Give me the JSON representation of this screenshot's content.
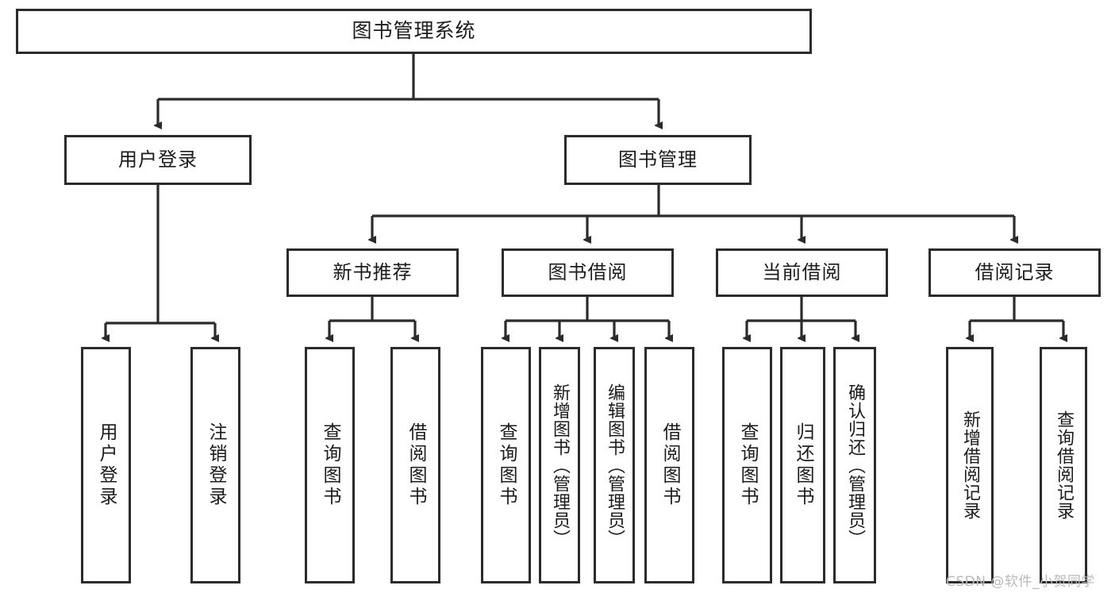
{
  "diagram": {
    "type": "tree-hierarchy",
    "title": "图书管理系统",
    "watermark": "CSDN @软件_小贺同学",
    "colors": {
      "box_border": "#2b2b2b",
      "box_fill": "#ffffff",
      "connector": "#2b2b2b",
      "page_background": "#ffffff",
      "watermark_text": "#b9b9b9"
    },
    "root": {
      "label": "图书管理系统"
    },
    "level2": [
      {
        "label": "用户登录"
      },
      {
        "label": "图书管理"
      }
    ],
    "level3": [
      {
        "label": "新书推荐"
      },
      {
        "label": "图书借阅"
      },
      {
        "label": "当前借阅"
      },
      {
        "label": "借阅记录"
      }
    ],
    "leaves": {
      "user_login": [
        {
          "label": "用户登录"
        },
        {
          "label": "注销登录"
        }
      ],
      "new_book_recommend": [
        {
          "label": "查询图书"
        },
        {
          "label": "借阅图书"
        }
      ],
      "book_borrow": [
        {
          "label": "查询图书"
        },
        {
          "label": "新增图书（管理员）"
        },
        {
          "label": "编辑图书（管理员）"
        },
        {
          "label": "借阅图书"
        }
      ],
      "current_borrow": [
        {
          "label": "查询图书"
        },
        {
          "label": "归还图书"
        },
        {
          "label": "确认归还（管理员）"
        }
      ],
      "borrow_record": [
        {
          "label": "新增借阅记录"
        },
        {
          "label": "查询借阅记录"
        }
      ]
    }
  }
}
